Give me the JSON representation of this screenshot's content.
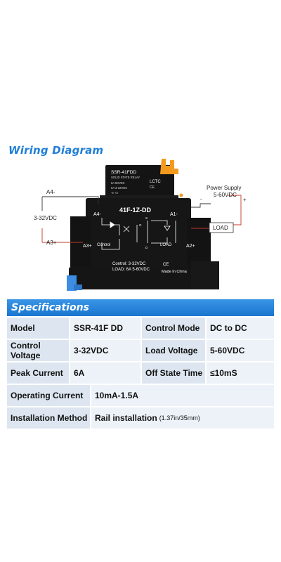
{
  "wiring": {
    "title": "Wiring Diagram",
    "a4_minus": "A4-",
    "input_voltage": "3-32VDC",
    "a3_plus": "A3+",
    "power_supply": "Power Supply",
    "output_voltage": "5-60VDC",
    "plus_sign": "+",
    "minus_sign": "-",
    "load_box": "LOAD"
  },
  "relay_label": {
    "model": "SSR-41FDD",
    "type": "SOLID STATE RELAY",
    "line1": "6A 60VDC",
    "line2": "6A 3-32VDC",
    "brand": "LCTC",
    "mark": "CE",
    "pins": "-4 +3"
  },
  "relay_body": {
    "code": "41F-1Z-DD",
    "pin_a4": "A4-",
    "pin_a1": "A1-",
    "pin_a3": "A3+",
    "pin_a2": "A2+",
    "control": "Control",
    "load": "LOAD",
    "spec_control": "Control:  3-32VDC",
    "spec_load": "LOAD:  6A 5-60VDC",
    "mark": "CE",
    "made_in": "Made In China"
  },
  "specs": {
    "title": "Specifications",
    "rows": [
      {
        "k1": "Model",
        "v1": "SSR-41F DD",
        "k2": "Control Mode",
        "v2": "DC to DC"
      },
      {
        "k1": "Control Voltage",
        "v1": "3-32VDC",
        "k2": "Load Voltage",
        "v2": "5-60VDC"
      },
      {
        "k1": "Peak Current",
        "v1": "6A",
        "k2": "Off State Time",
        "v2": "≤10mS"
      }
    ],
    "operating_label": "Operating Current",
    "operating_value": "10mA-1.5A",
    "install_label": "Installation Method",
    "install_value": "Rail  installation",
    "install_note": "(1.37in/35mm)"
  }
}
